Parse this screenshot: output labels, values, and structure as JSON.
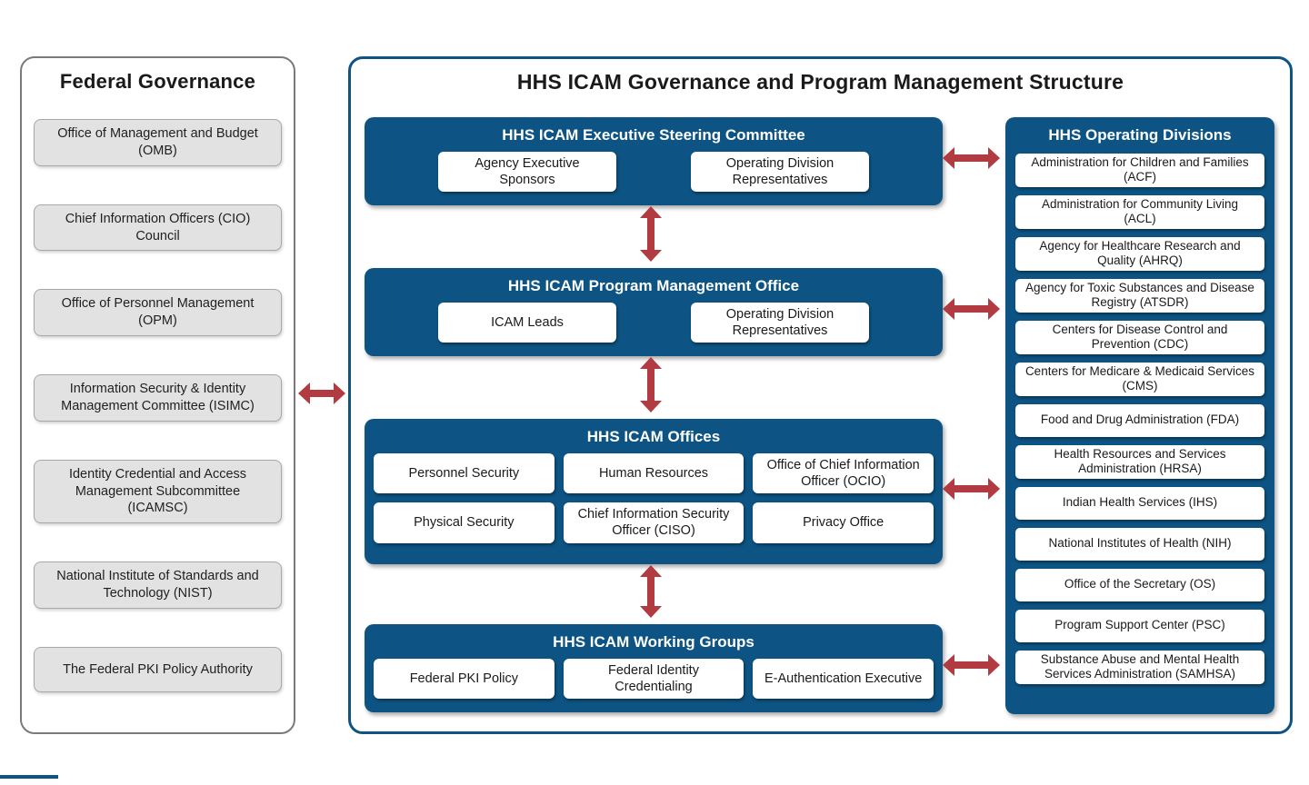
{
  "federal": {
    "title": "Federal Governance",
    "items": [
      "Office of Management and Budget (OMB)",
      "Chief Information Officers (CIO) Council",
      "Office of Personnel Management (OPM)",
      "Information Security & Identity Management Committee (ISIMC)",
      "Identity Credential and Access Management Subcommittee (ICAMSC)",
      "National Institute of Standards and Technology (NIST)",
      "The Federal PKI Policy Authority"
    ]
  },
  "hhs": {
    "title": "HHS ICAM Governance and Program Management Structure",
    "steering": {
      "title": "HHS ICAM Executive Steering Committee",
      "items": [
        "Agency Executive Sponsors",
        "Operating Division Representatives"
      ]
    },
    "pmo": {
      "title": "HHS ICAM Program Management Office",
      "items": [
        "ICAM Leads",
        "Operating Division Representatives"
      ]
    },
    "offices": {
      "title": "HHS ICAM Offices",
      "items": [
        "Personnel Security",
        "Human Resources",
        "Office of Chief Information Officer (OCIO)",
        "Physical Security",
        "Chief Information Security Officer (CISO)",
        "Privacy Office"
      ]
    },
    "working_groups": {
      "title": "HHS ICAM Working Groups",
      "items": [
        "Federal PKI Policy",
        "Federal Identity Credentialing",
        "E-Authentication Executive"
      ]
    },
    "operating_divisions": {
      "title": "HHS Operating Divisions",
      "items": [
        "Administration for Children and Families (ACF)",
        "Administration for Community Living (ACL)",
        "Agency for Healthcare Research and Quality (AHRQ)",
        "Agency for Toxic Substances and Disease Registry (ATSDR)",
        "Centers for Disease Control and Prevention (CDC)",
        "Centers for Medicare & Medicaid Services (CMS)",
        "Food and Drug Administration (FDA)",
        "Health Resources and Services Administration (HRSA)",
        "Indian Health Services (IHS)",
        "National Institutes of Health (NIH)",
        "Office of the Secretary (OS)",
        "Program Support Center (PSC)",
        "Substance Abuse and Mental Health Services Administration (SAMHSA)"
      ]
    }
  },
  "colors": {
    "primary_blue": "#0d5484",
    "arrow_red": "#b23b42",
    "gray_box_fill": "#e2e2e2"
  }
}
